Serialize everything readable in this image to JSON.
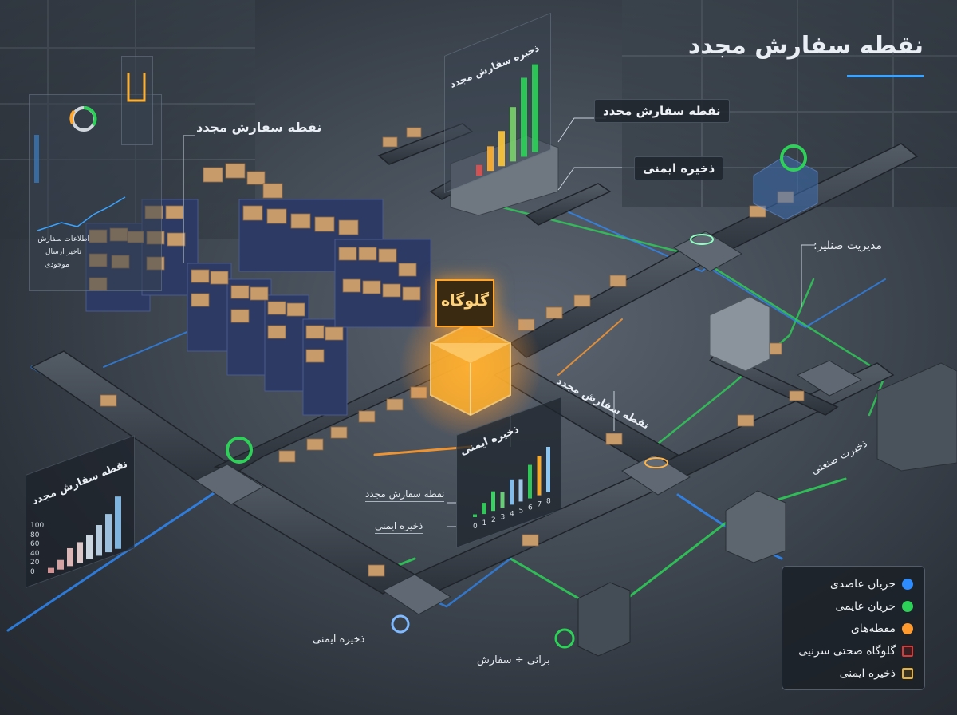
{
  "title": "نقطه سفارش مجدد",
  "labels": {
    "reorder_top": "نقطه سفارش مجدد",
    "safety_stock_top": "ذخیره ایمنی",
    "reorder_left": "نقطه سفارش مجدد",
    "management": "مدیریت صنلیر:",
    "bottleneck": "گلوگاه",
    "reorder_mid": "نقطه سفارش مجدد",
    "industrial_stock": "ذخیرت صنعتی",
    "safety_stock_mid": "ذخیره ایمنی",
    "reorder_mid_chart": "نقطه سفارش مجدد",
    "safety_stock_mid_chart": "ذخیره ایمنی",
    "safety_stock_bottom": "ذخیره ایمنی",
    "supply_order": "برائی ÷ سفارش",
    "chart_bottom_left_title": "نقطه سفارش مجدد",
    "chart_top_title": "ذخیره سفارش مجدد"
  },
  "dashboard_left": {
    "lines": [
      "اطلاعات سفارش",
      "تاخیر ارسال",
      "موجودی"
    ]
  },
  "legend": {
    "items": [
      {
        "label": "جریان عاصدی",
        "color": "#2e8cff",
        "kind": "dot"
      },
      {
        "label": "جریان عایمی",
        "color": "#2ed158",
        "kind": "dot"
      },
      {
        "label": "مقطه‌های",
        "color": "#ff9a2e",
        "kind": "dot"
      },
      {
        "label": "گلوگاه صحتی سرنیی",
        "color": "#d83a3a",
        "kind": "box"
      },
      {
        "label": "ذخیره ایمنی",
        "color": "#e8b23a",
        "kind": "box"
      }
    ]
  },
  "colors": {
    "normal_flow": "#2e8cff",
    "safety_flow": "#2ed158",
    "bottleneck": "#ff9a2e",
    "accent": "#3aa3ff"
  },
  "chart_data": [
    {
      "type": "bar",
      "id": "bottom-left",
      "title": "نقطه سفارش مجدد",
      "y_ticks": [
        0,
        20,
        40,
        60,
        80,
        100
      ],
      "ylim": [
        0,
        100
      ],
      "values": [
        8,
        15,
        28,
        32,
        38,
        48,
        60,
        82
      ]
    },
    {
      "type": "bar",
      "id": "center",
      "title": "ذخیره ایمنی",
      "categories": [
        "0",
        "1",
        "2",
        "3",
        "4",
        "5",
        "6",
        "7",
        "8"
      ],
      "values": [
        5,
        20,
        35,
        28,
        45,
        40,
        60,
        70,
        95
      ]
    },
    {
      "type": "bar",
      "id": "top",
      "title": "ذخیره سفارش مجدد",
      "values": [
        12,
        28,
        40,
        62,
        90,
        100
      ]
    }
  ],
  "icons": [
    "gauge-icon",
    "status-ring-icon",
    "chart-icon"
  ]
}
